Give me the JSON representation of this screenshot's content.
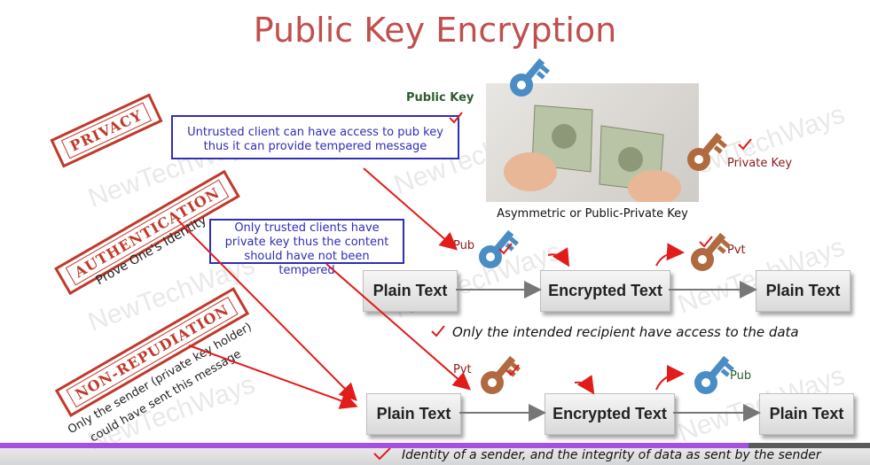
{
  "title": "Public Key Encryption",
  "watermark": "NewTechWays",
  "stamps": {
    "privacy": "PRIVACY",
    "authentication": "AUTHENTICATION",
    "authentication_note": "Prove One's Identity",
    "nonrepudiation": "NON-REPUDIATION",
    "nonrepudiation_note_line1": "Only the sender (private key holder)",
    "nonrepudiation_note_line2": "could have sent this message"
  },
  "image_panel": {
    "public_key_label": "Public Key",
    "private_key_label": "Private Key",
    "caption": "Asymmetric or Public-Private Key"
  },
  "notes": {
    "untrusted": "Untrusted client can have access to pub key thus it can provide tempered message",
    "trusted": "Only trusted clients have private key thus the content should have not been tempered"
  },
  "row1": {
    "from": "Plain Text",
    "middle": "Encrypted Text",
    "to": "Plain Text",
    "key1": "Pub",
    "key2": "Pvt",
    "caption": "Only the intended recipient have access to the data"
  },
  "row2": {
    "from": "Plain Text",
    "middle": "Encrypted Text",
    "to": "Plain Text",
    "key1": "Pvt",
    "key2": "Pub",
    "caption": "Identity of a sender, and the integrity of data as sent by the sender"
  },
  "colors": {
    "title": "#c0504d",
    "stamp": "#c0392b",
    "note_border": "#2e2eb8",
    "public_key": "#4a8cc4",
    "private_key": "#b06a40",
    "annotation": "#e21b1b",
    "progress": "#a64fe0"
  },
  "progress": {
    "played_fraction": 0.86
  }
}
